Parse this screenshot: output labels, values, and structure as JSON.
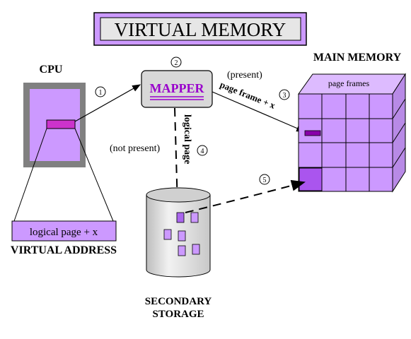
{
  "title": "VIRTUAL MEMORY",
  "cpu": {
    "label": "CPU"
  },
  "mapper": {
    "label": "MAPPER"
  },
  "main_memory": {
    "label": "MAIN MEMORY",
    "frames_label": "page frames"
  },
  "virtual_address": {
    "value": "logical page + x",
    "label": "VIRTUAL ADDRESS"
  },
  "secondary_storage": {
    "label_line1": "SECONDARY",
    "label_line2": "STORAGE"
  },
  "steps": [
    "1",
    "2",
    "3",
    "4",
    "5"
  ],
  "edges": {
    "present": "(present)",
    "page_frame": "page frame + x",
    "not_present": "(not present)",
    "logical_page": "logical page"
  },
  "colors": {
    "purple": "#cc99ff",
    "dark_purple": "#8800aa",
    "gray": "#808080",
    "light_gray": "#e0e0e0"
  }
}
